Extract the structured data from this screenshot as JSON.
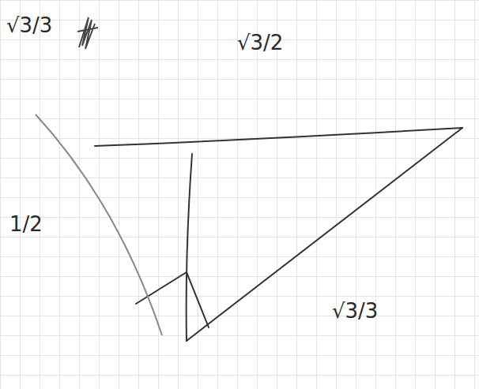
{
  "diagram": {
    "labels": [
      "√3/3",
      "√3/2",
      "1/2",
      "√3/3"
    ]
  }
}
